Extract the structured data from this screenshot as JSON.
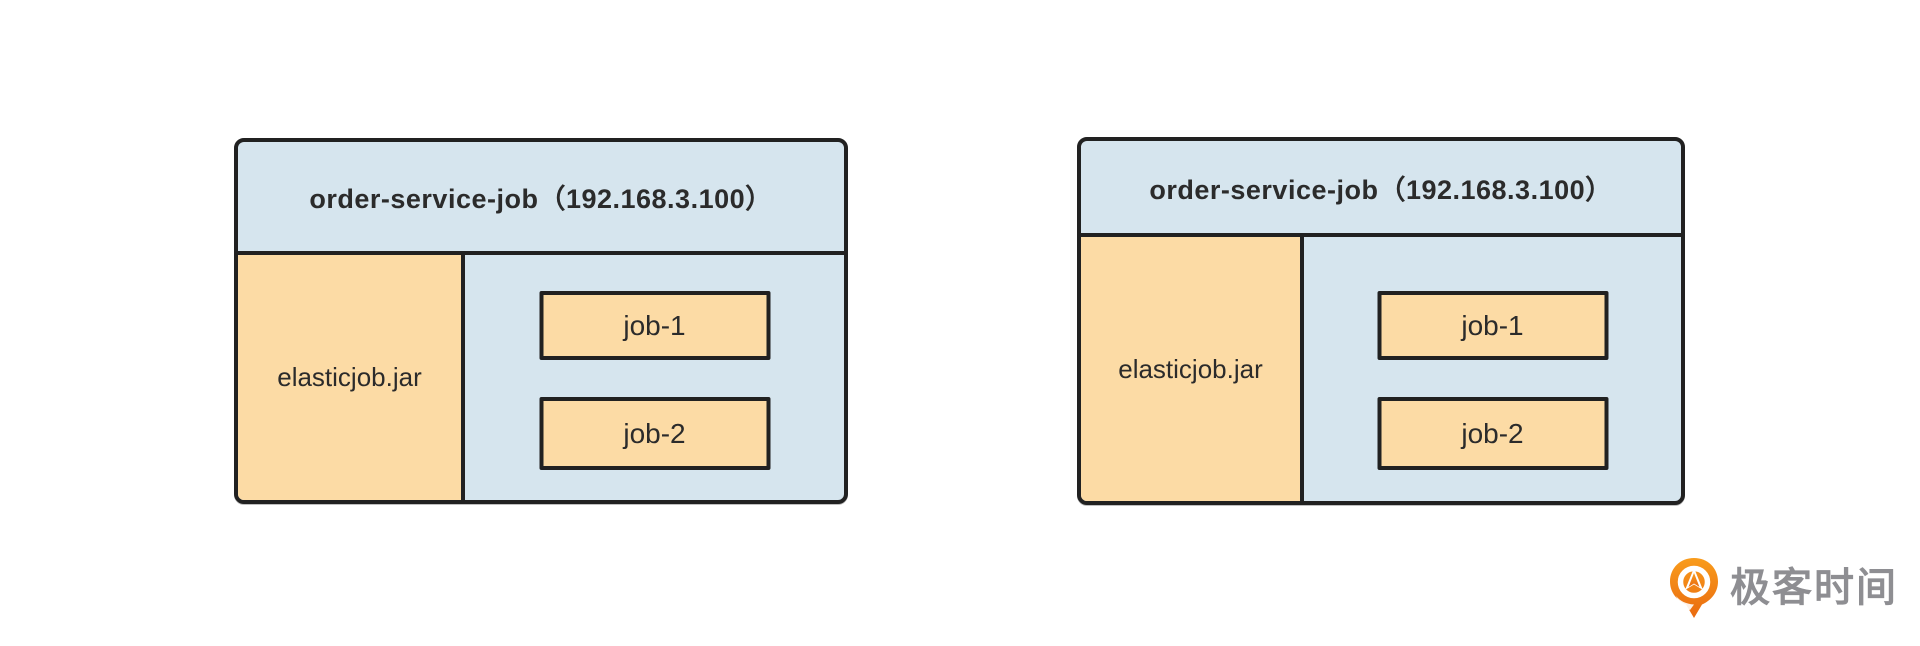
{
  "diagram": {
    "nodes": [
      {
        "title": "order-service-job（192.168.3.100）",
        "jar_label": "elasticjob.jar",
        "jobs": [
          {
            "label": "job-1"
          },
          {
            "label": "job-2"
          }
        ]
      },
      {
        "title": "order-service-job（192.168.3.100）",
        "jar_label": "elasticjob.jar",
        "jobs": [
          {
            "label": "job-1"
          },
          {
            "label": "job-2"
          }
        ]
      }
    ]
  },
  "branding": {
    "logo_text": "极客时间",
    "logo_icon": "geektime-pin-icon"
  },
  "colors": {
    "node_fill": "#d6e5ee",
    "cell_fill": "#fcdba5",
    "border": "#212121",
    "text": "#2b2b2b",
    "logo_orange": "#ee7818",
    "logo_text_gray": "#8e8e92"
  }
}
